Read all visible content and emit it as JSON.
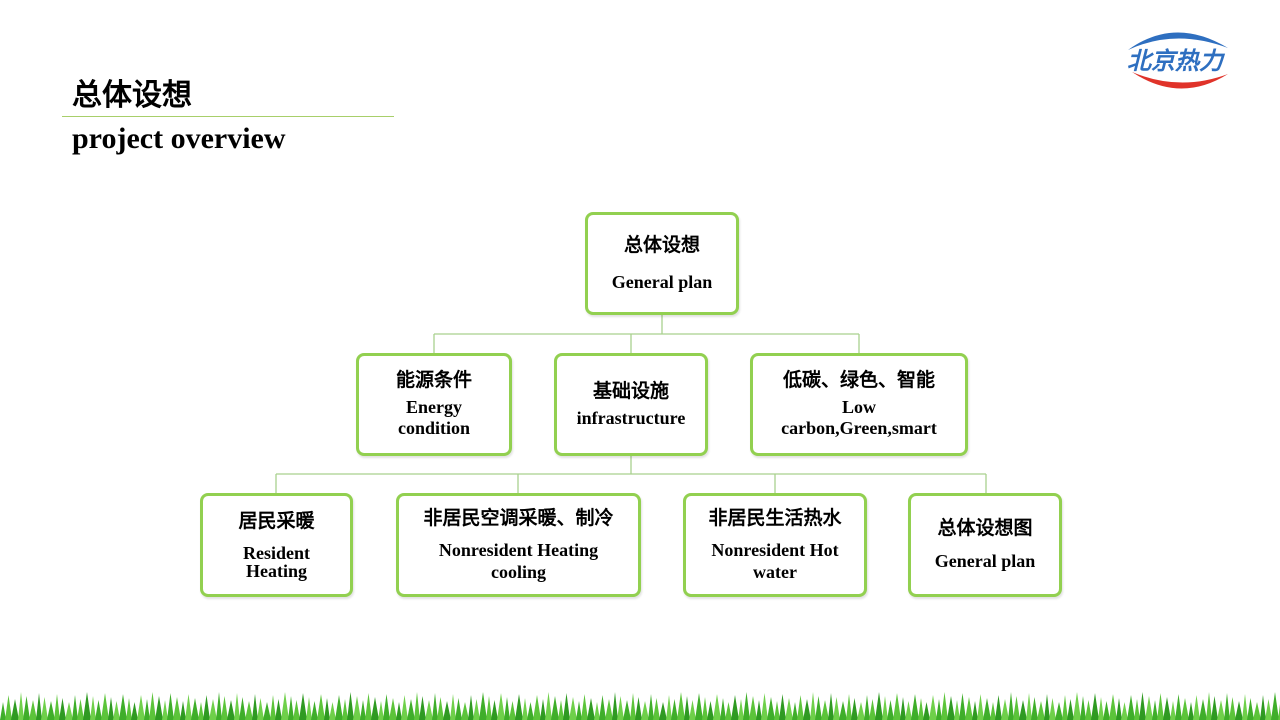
{
  "header": {
    "title_zh": "总体设想",
    "title_en": "project overview"
  },
  "logo": {
    "text": "北京热力",
    "icon": "beijing-heat-logo"
  },
  "diagram": {
    "root": {
      "zh": "总体设想",
      "en": "General plan"
    },
    "level2": [
      {
        "zh": "能源条件",
        "en": "Energy condition"
      },
      {
        "zh": "基础设施",
        "en": "infrastructure"
      },
      {
        "zh": "低碳、绿色、智能",
        "en": "Low carbon,Green,smart"
      }
    ],
    "level3": [
      {
        "zh": "居民采暖",
        "en": "Resident Heating"
      },
      {
        "zh": "非居民空调采暖、制冷",
        "en": "Nonresident Heating cooling"
      },
      {
        "zh": "非居民生活热水",
        "en": "Nonresident Hot water"
      },
      {
        "zh": "总体设想图",
        "en": "General plan"
      }
    ]
  },
  "colors": {
    "accent_green": "#92d050",
    "connector": "#a9d18e",
    "logo_blue": "#2e6fc0",
    "logo_red": "#e0332a"
  }
}
